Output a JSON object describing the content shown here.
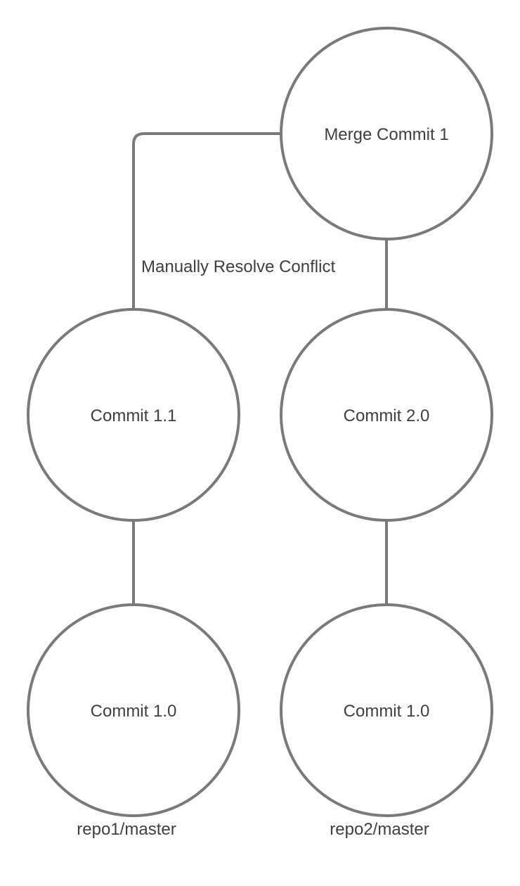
{
  "nodes": {
    "merge_commit": {
      "label": "Merge Commit 1"
    },
    "repo1_commit_1_1": {
      "label": "Commit 1.1"
    },
    "repo2_commit_2_0": {
      "label": "Commit 2.0"
    },
    "repo1_commit_1_0": {
      "label": "Commit 1.0"
    },
    "repo2_commit_1_0": {
      "label": "Commit 1.0"
    }
  },
  "edges": {
    "conflict_edge": {
      "label": "Manually Resolve Conflict"
    }
  },
  "branches": {
    "repo1": {
      "label": "repo1/master"
    },
    "repo2": {
      "label": "repo2/master"
    }
  },
  "colors": {
    "stroke": "#7a7a7a",
    "text": "#3f3f3f",
    "background": "#ffffff"
  }
}
